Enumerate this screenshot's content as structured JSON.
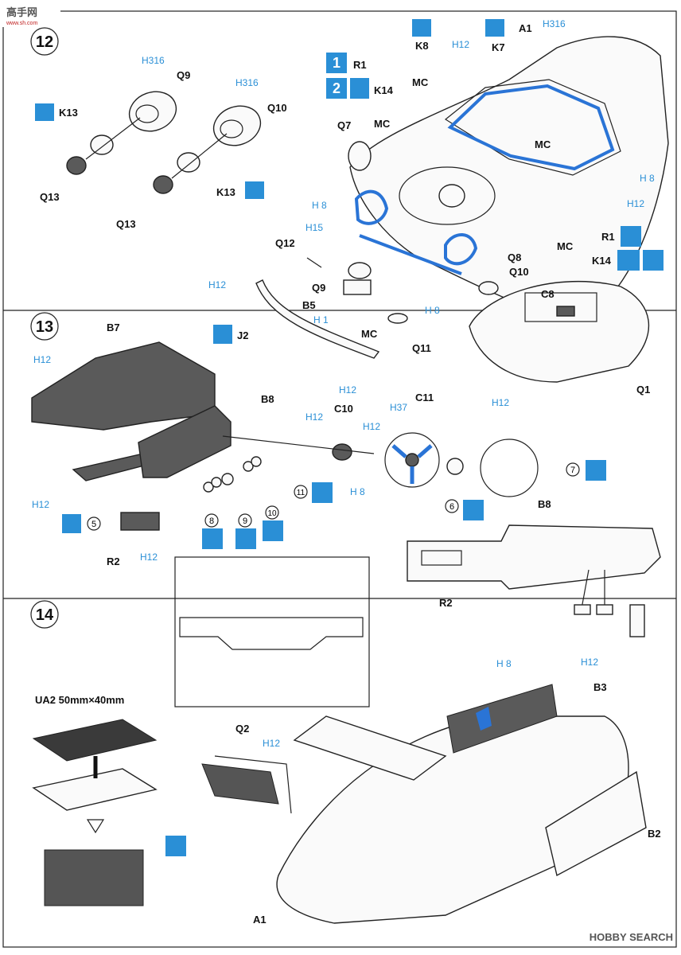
{
  "watermark": {
    "logo_top": "高手网",
    "logo_url": "www.sh.com",
    "footer": "HOBBY SEARCH"
  },
  "steps": [
    {
      "number": "12"
    },
    {
      "number": "13"
    },
    {
      "number": "14"
    }
  ],
  "step12": {
    "labels": {
      "q9": "Q9",
      "h316_a": "H316",
      "h316_b": "H316",
      "q10_top": "Q10",
      "k13_a": "K13",
      "k13_b": "K13",
      "q13_a": "Q13",
      "q13_b": "Q13",
      "k8": "K8",
      "h12_top": "H12",
      "k7": "K7",
      "a1": "A1",
      "h316_c": "H316",
      "r1_a": "R1",
      "k14_a": "K14",
      "mc_a": "MC",
      "mc_b": "MC",
      "q7": "Q7",
      "mc_c": "MC",
      "h8_a": "H 8",
      "h15": "H15",
      "q12": "Q12",
      "h8_b": "H 8",
      "h12_b": "H12",
      "r1_b": "R1",
      "k14_b": "K14",
      "mc_d": "MC",
      "q8": "Q8",
      "q10_b": "Q10",
      "h12_c": "H12",
      "q9_b": "Q9",
      "b5": "B5",
      "h1": "H 1",
      "c8": "C8",
      "h8_c": "H 8",
      "j2": "J2",
      "mc_e": "MC",
      "q11": "Q11",
      "h12_d": "H12",
      "h12_e": "H12",
      "q1": "Q1"
    },
    "badges": {
      "one": "1",
      "two": "2"
    }
  },
  "step13": {
    "labels": {
      "b7": "B7",
      "h12_a": "H12",
      "b8_top": "B8",
      "h12_b": "H12",
      "c10": "C10",
      "h37": "H37",
      "c11": "C11",
      "h12_c": "H12",
      "h8": "H 8",
      "h12_d": "H12",
      "r2": "R2",
      "h12_e": "H12",
      "b8_right": "B8",
      "r2_right": "R2"
    },
    "callouts": [
      "5",
      "6",
      "7",
      "8",
      "9",
      "10",
      "11"
    ]
  },
  "step14": {
    "labels": {
      "ua2": "UA2  50mm×40mm",
      "q2": "Q2",
      "h12_a": "H12",
      "h8": "H 8",
      "h12_b": "H12",
      "b3": "B3",
      "b2": "B2",
      "a1": "A1"
    }
  }
}
